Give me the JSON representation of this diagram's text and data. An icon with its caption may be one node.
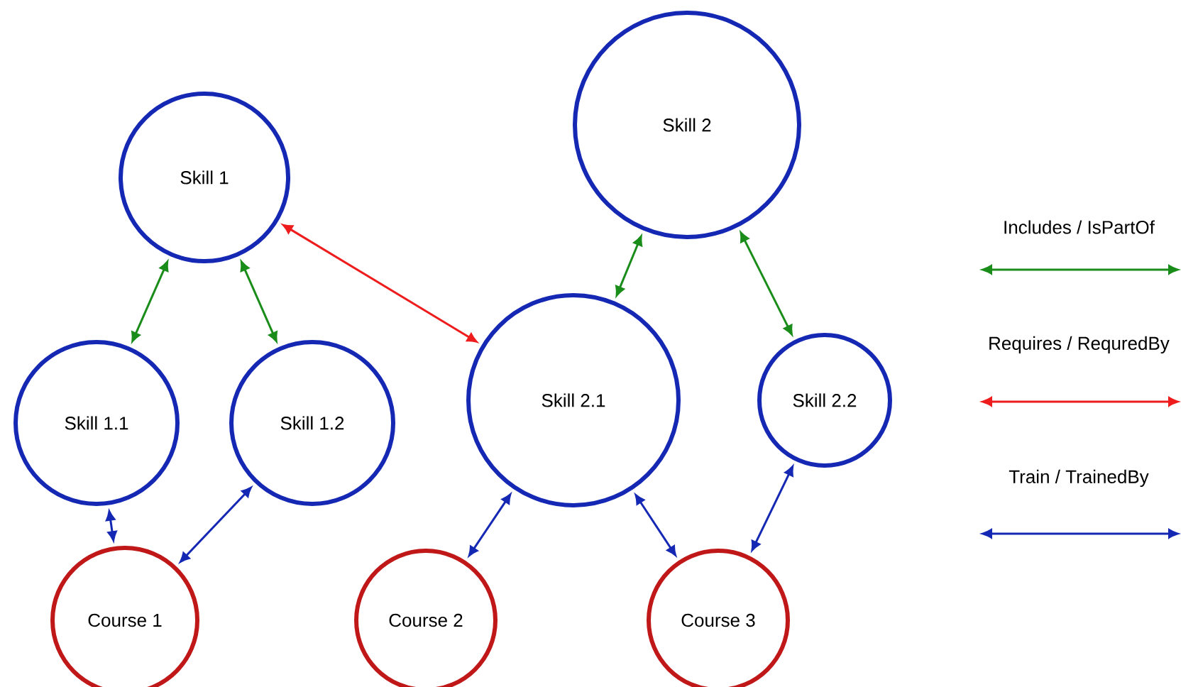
{
  "diagram": {
    "nodes": [
      {
        "text": [
          "Skill 1"
        ]
      },
      {
        "text": [
          "Skill 1.1"
        ]
      },
      {
        "text": [
          "Skill 1.2"
        ]
      },
      {
        "text": [
          "Course 1"
        ]
      },
      {
        "text": [
          "Skill 2"
        ]
      },
      {
        "text": [
          "Skill 2.1"
        ]
      },
      {
        "text": [
          "Skill 2.2"
        ]
      },
      {
        "text": [
          "Course 2"
        ]
      },
      {
        "text": [
          "Course 3"
        ]
      }
    ],
    "edges": [
      {
        "from": 0,
        "to": 1,
        "arrow": "both",
        "color": "#1a8c1a"
      },
      {
        "from": 0,
        "to": 2,
        "arrow": "both",
        "color": "#1a8c1a"
      },
      {
        "from": 0,
        "to": 5,
        "arrow": "both",
        "color": "#ee1c1c"
      },
      {
        "from": 4,
        "to": 5,
        "arrow": "both",
        "color": "#1a8c1a"
      },
      {
        "from": 4,
        "to": 6,
        "arrow": "both",
        "color": "#1a8c1a"
      },
      {
        "from": 1,
        "to": 3,
        "arrow": "both"
      },
      {
        "from": 2,
        "to": 3,
        "arrow": "both"
      },
      {
        "from": 5,
        "to": 7,
        "arrow": "both"
      },
      {
        "from": 5,
        "to": 8,
        "arrow": "both"
      },
      {
        "from": 6,
        "to": 8,
        "arrow": "both"
      }
    ],
    "legend": [
      {
        "text": "Includes / IsPartOf"
      },
      {
        "text": "Requires / RequredBy"
      },
      {
        "text": "Train / TrainedBy"
      }
    ]
  }
}
